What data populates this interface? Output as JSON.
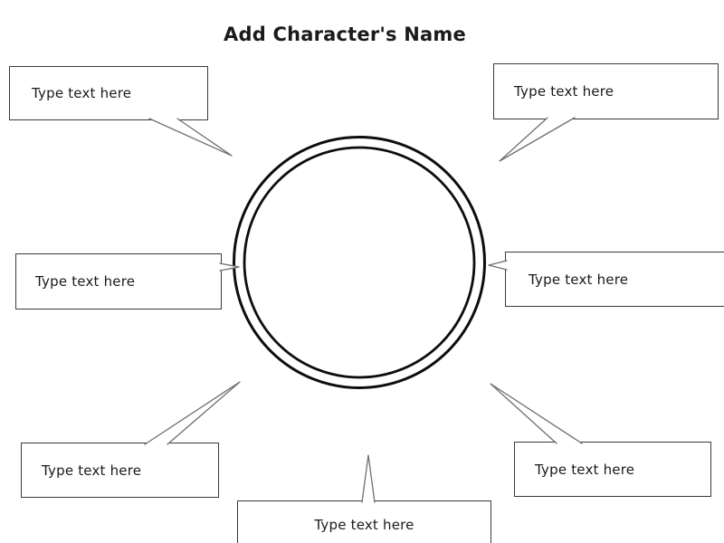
{
  "title": "Add Character's Name",
  "colors": {
    "background": "#ffffff",
    "ink": "#1a1a1a",
    "box_border": "#3a3a3a",
    "tail_stroke": "#6f6f6f",
    "circle_stroke": "#0d0d0d"
  },
  "circle": {
    "label": ""
  },
  "bubbles": [
    {
      "position": "top-left",
      "label": "Type text here"
    },
    {
      "position": "top-right",
      "label": "Type text here"
    },
    {
      "position": "middle-left",
      "label": "Type text here"
    },
    {
      "position": "middle-right",
      "label": "Type text here"
    },
    {
      "position": "bottom-left",
      "label": "Type text here"
    },
    {
      "position": "bottom-right",
      "label": "Type text here"
    },
    {
      "position": "bottom-center",
      "label": "Type text here"
    }
  ]
}
